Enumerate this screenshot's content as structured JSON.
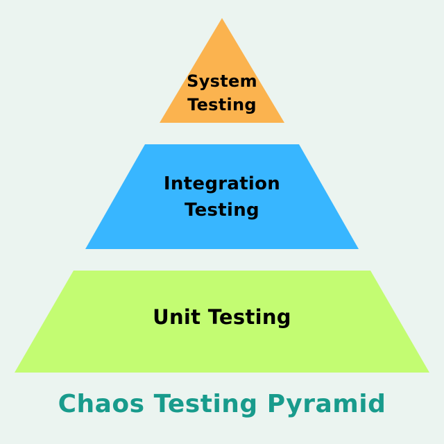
{
  "background_color": "#EBF4F0",
  "title": {
    "text": "Chaos Testing Pyramid",
    "color": "#189B8C"
  },
  "pyramid": {
    "layers": [
      {
        "label": "System Testing",
        "lines": [
          "System",
          "Testing"
        ],
        "color": "#FBB34F",
        "text_color": "#000000",
        "position": "top"
      },
      {
        "label": "Integration Testing",
        "lines": [
          "Integration",
          "Testing"
        ],
        "color": "#38B6FF",
        "text_color": "#000000",
        "position": "middle"
      },
      {
        "label": "Unit Testing",
        "lines": [
          "Unit Testing"
        ],
        "color": "#C3FC72",
        "text_color": "#000000",
        "position": "bottom"
      }
    ]
  }
}
